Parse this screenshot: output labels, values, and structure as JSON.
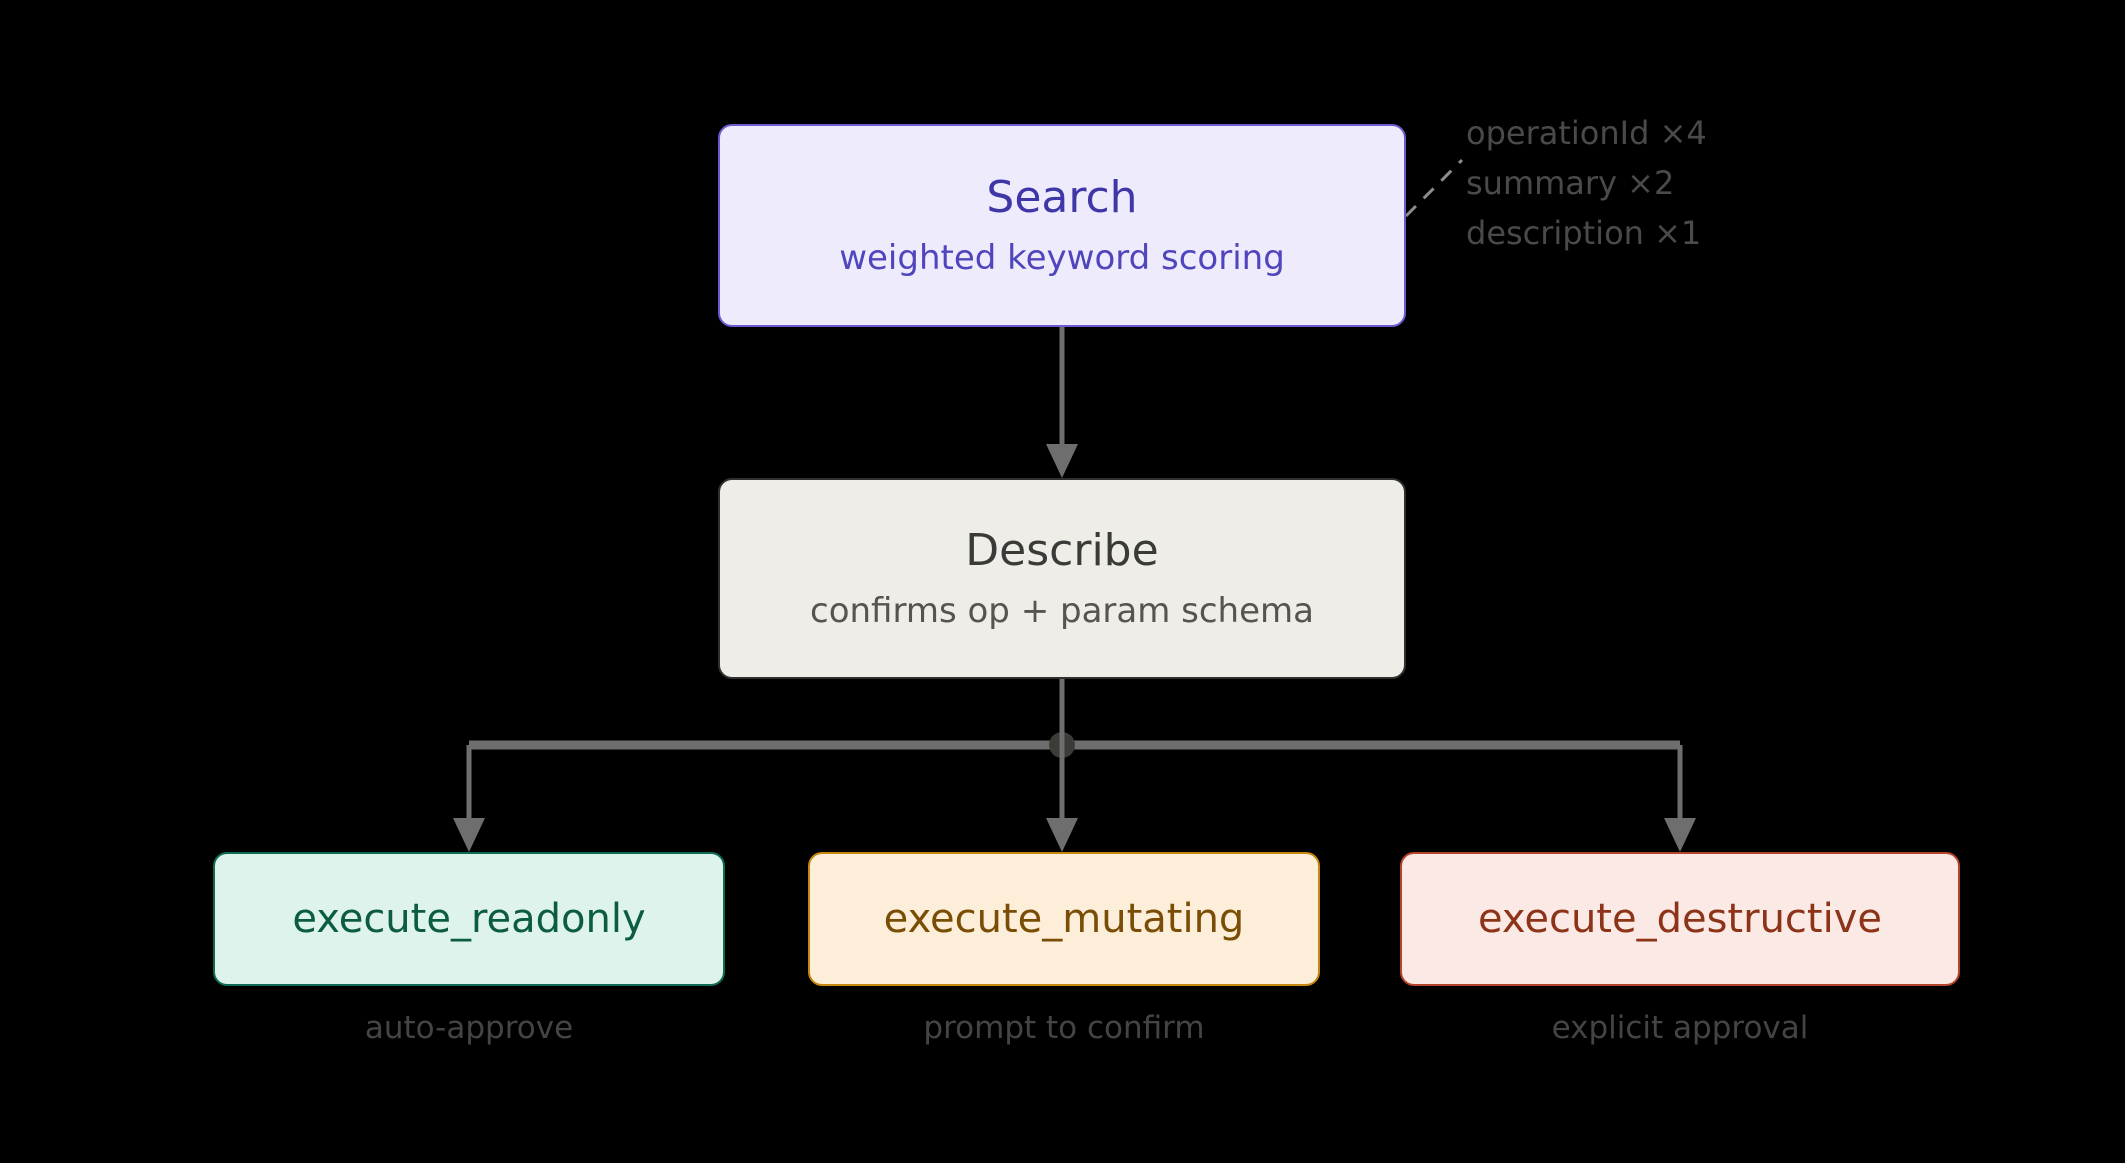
{
  "diagram": {
    "type": "flowchart",
    "background": "#000000",
    "nodes": [
      {
        "id": "search",
        "title": "Search",
        "subtitle": "weighted keyword scoring",
        "fill": "#eeecfc",
        "border": "#6b5bd2",
        "text_color": "#3f37a8"
      },
      {
        "id": "describe",
        "title": "Describe",
        "subtitle": "confirms op + param schema",
        "fill": "#eeede7",
        "border": "#31302c",
        "text_color": "#3a3a38"
      },
      {
        "id": "readonly",
        "title": "execute_readonly",
        "caption": "auto-approve",
        "fill": "#ddf3ec",
        "border": "#0d6b55",
        "text_color": "#0c5c44"
      },
      {
        "id": "mutating",
        "title": "execute_mutating",
        "caption": "prompt to confirm",
        "fill": "#fdeed9",
        "border": "#c8860d",
        "text_color": "#7a4d06"
      },
      {
        "id": "destructive",
        "title": "execute_destructive",
        "caption": "explicit approval",
        "fill": "#fbe9e5",
        "border": "#b4442a",
        "text_color": "#8c3318"
      }
    ],
    "annotation": {
      "lines": [
        "operationId ×4",
        "summary ×2",
        "description ×1"
      ],
      "color": "#4a4a4a",
      "leader": "dashed"
    },
    "edges": {
      "color": "#6e6e6e",
      "items": [
        {
          "from": "search",
          "to": "describe"
        },
        {
          "from": "describe",
          "to": "readonly"
        },
        {
          "from": "describe",
          "to": "mutating"
        },
        {
          "from": "describe",
          "to": "destructive"
        }
      ],
      "junction_marker": "dot"
    }
  }
}
